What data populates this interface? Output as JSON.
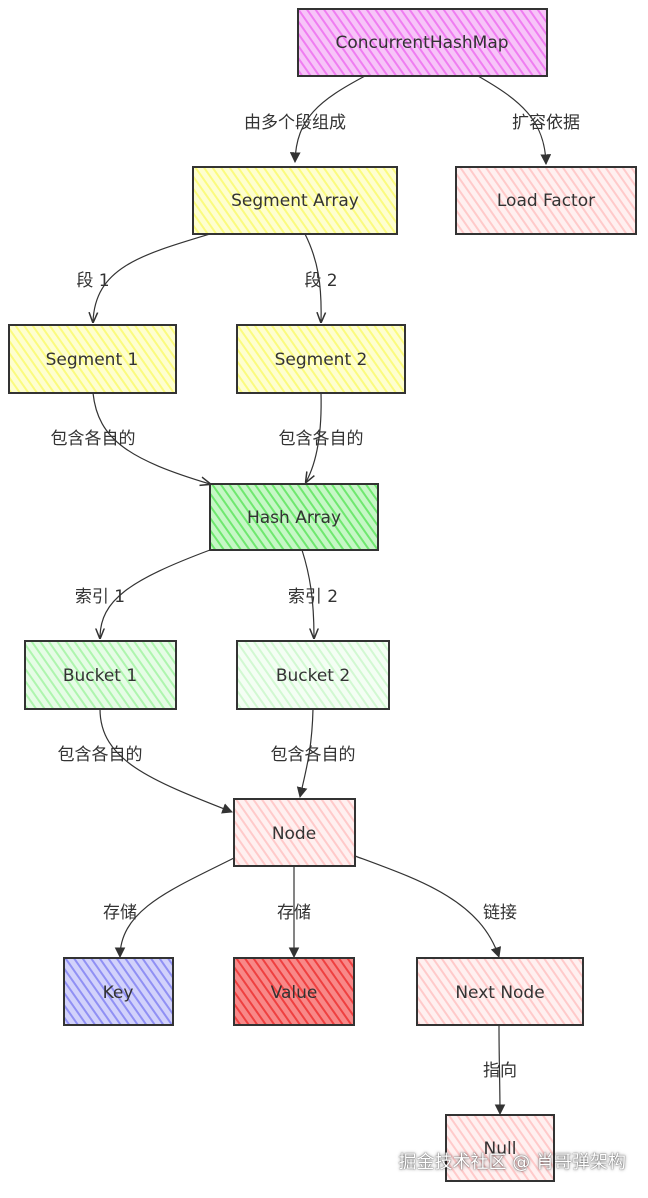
{
  "nodes": {
    "chm": {
      "label": "ConcurrentHashMap",
      "fill": "#f18df3"
    },
    "segment_array": {
      "label": "Segment Array",
      "fill": "#fdfd96"
    },
    "load_factor": {
      "label": "Load Factor",
      "fill": "#ffd6d6"
    },
    "segment1": {
      "label": "Segment 1",
      "fill": "#fdfd96"
    },
    "segment2": {
      "label": "Segment 2",
      "fill": "#fdfd96"
    },
    "hash_array": {
      "label": "Hash Array",
      "fill": "#8ef08e"
    },
    "bucket1": {
      "label": "Bucket 1",
      "fill": "#b8f7b8"
    },
    "bucket2": {
      "label": "Bucket 2",
      "fill": "#dcfadc"
    },
    "node": {
      "label": "Node",
      "fill": "#ffd6d6"
    },
    "key": {
      "label": "Key",
      "fill": "#a8a8f7"
    },
    "value": {
      "label": "Value",
      "fill": "#f25252"
    },
    "next_node": {
      "label": "Next Node",
      "fill": "#ffd6d6"
    },
    "null": {
      "label": "Null",
      "fill": "#ffd6d6"
    }
  },
  "edges": {
    "chm_segarray": "由多个段组成",
    "chm_loadfactor": "扩容依据",
    "segarray_seg1": "段 1",
    "segarray_seg2": "段 2",
    "seg1_hash": "包含各自的",
    "seg2_hash": "包含各自的",
    "hash_bucket1": "索引 1",
    "hash_bucket2": "索引 2",
    "bucket1_node": "包含各自的",
    "bucket2_node": "包含各自的",
    "node_key": "存储",
    "node_value": "存储",
    "node_next": "链接",
    "next_null": "指向"
  },
  "watermark": "掘金技术社区 @ 肖哥弹架构"
}
